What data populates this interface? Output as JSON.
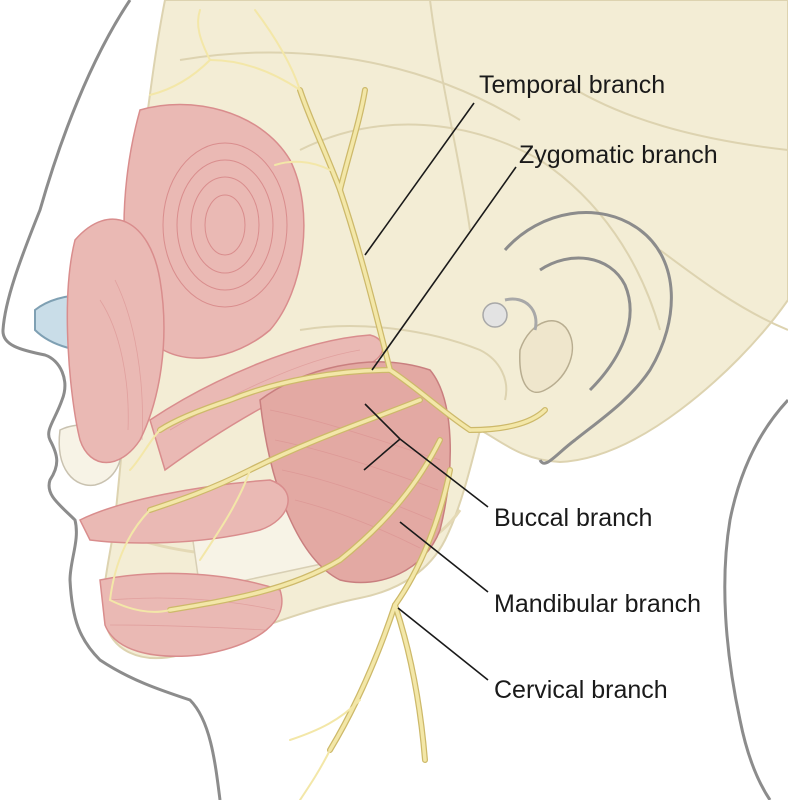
{
  "labels": {
    "temporal": "Temporal branch",
    "zygomatic": "Zygomatic branch",
    "buccal": "Buccal branch",
    "mandibular": "Mandibular branch",
    "cervical": "Cervical branch"
  },
  "colors": {
    "skin_outline": "#8c8c8c",
    "skull": "#f3edd5",
    "skull_line": "#ddd3b0",
    "muscle": "#eab9b4",
    "muscle_dark": "#d98d8d",
    "nerve": "#f3e7a8",
    "cartilage": "#c9dde8"
  }
}
